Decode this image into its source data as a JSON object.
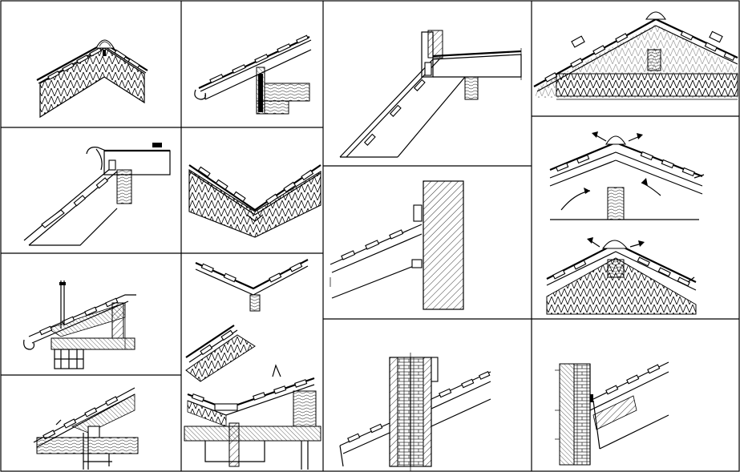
{
  "sheet": {
    "kind": "roof-tile-construction-details",
    "background": "#ffffff",
    "line_color": "#000000",
    "panels": [
      {
        "id": "ridge-apex-insulated"
      },
      {
        "id": "eaves-gutter-rafter"
      },
      {
        "id": "abutment-parapet-slope"
      },
      {
        "id": "ridge-ventilated-attic"
      },
      {
        "id": "eaves-gutter-fascia"
      },
      {
        "id": "valley-insulated"
      },
      {
        "id": "ridge-vent-airflow"
      },
      {
        "id": "wall-abutment-pitch"
      },
      {
        "id": "ridge-insulated-airflow"
      },
      {
        "id": "dormer-eaves-chimney"
      },
      {
        "id": "valley-and-box-gutter"
      },
      {
        "id": "eaves-overhang-soffit"
      },
      {
        "id": "chimney-penetration"
      },
      {
        "id": "brick-wall-abutment"
      }
    ]
  }
}
